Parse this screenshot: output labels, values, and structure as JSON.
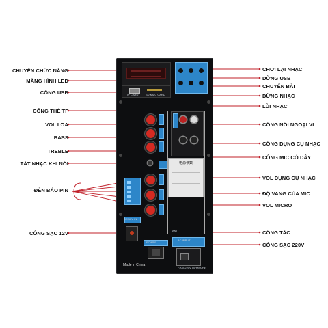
{
  "labels_left": [
    {
      "id": "chuc-nang",
      "text": "CHUYỂN CHỨC NĂNG"
    },
    {
      "id": "man-hinh-led",
      "text": "MÀNG HÌNH LED"
    },
    {
      "id": "cong-usb",
      "text": "CỔNG USB"
    },
    {
      "id": "cong-the-tf",
      "text": "CỔNG THẺ TF"
    },
    {
      "id": "vol-loa",
      "text": "VOL LOA"
    },
    {
      "id": "bass",
      "text": "BASS"
    },
    {
      "id": "treble",
      "text": "TREBLE"
    },
    {
      "id": "tat-nhac",
      "text": "TẮT NHẠC KHI NÓI"
    },
    {
      "id": "den-bao-pin",
      "text": "ĐÈN BÁO PIN"
    },
    {
      "id": "cong-sac-12v",
      "text": "CỔNG SẠC 12V"
    }
  ],
  "labels_right": [
    {
      "id": "choi-lai-nhac",
      "text": "CHƠI LẠI NHẠC"
    },
    {
      "id": "dung-usb",
      "text": "DỪNG USB"
    },
    {
      "id": "chuyen-bai",
      "text": "CHUYỂN BÀI"
    },
    {
      "id": "dung-nhac",
      "text": "DỪNG NHẠC"
    },
    {
      "id": "lui-nhac",
      "text": "LÙI NHẠC"
    },
    {
      "id": "cong-noi-ngoai-vi",
      "text": "CỔNG NỐI NGOẠI VI"
    },
    {
      "id": "cong-dung-cu-nhac",
      "text": "CỔNG DỤNG CỤ NHẠC"
    },
    {
      "id": "cong-mic-co-day",
      "text": "CỔNG MIC CÓ DÂY"
    },
    {
      "id": "vol-dung-cu-nhac",
      "text": "VOL DỤNG CỤ NHẠC"
    },
    {
      "id": "do-vang-mic",
      "text": "ĐỘ VANG CỦA MIC"
    },
    {
      "id": "vol-micro",
      "text": "VOL MICRO"
    },
    {
      "id": "cong-tac",
      "text": "CÔNG TẮC"
    },
    {
      "id": "cong-sac-220v",
      "text": "CỔNG SẠC 220V"
    }
  ],
  "panel": {
    "tf_card": "TF CARD",
    "sd_mmc_card": "SD MMC CARD",
    "made_in": "Made in China",
    "power_label": "POWER",
    "dc_label": "DC 12V IN",
    "ac_label": "AC INPUT",
    "ac_spec": "~200-220V 50Hz/60Hz",
    "antenna_label": "ANT",
    "info_title": "电源参数"
  },
  "colors": {
    "line": "#c0202a",
    "panel": "#0d0e10",
    "knob": "#d42a22",
    "chip": "#2d86c9"
  }
}
